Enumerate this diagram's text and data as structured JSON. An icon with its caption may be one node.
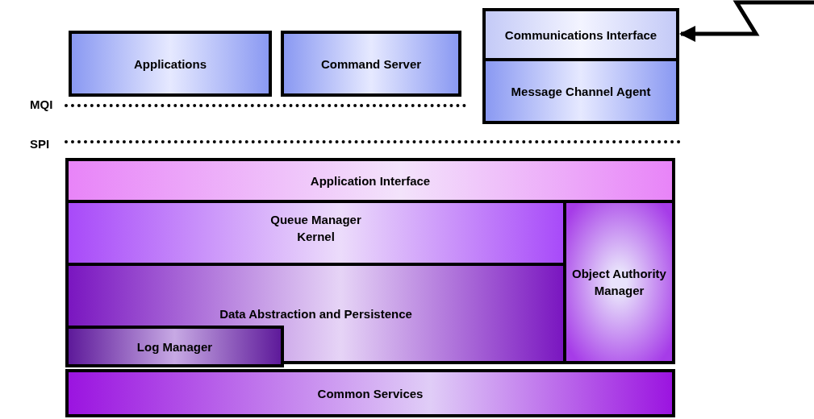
{
  "diagram": {
    "nodes": [
      {
        "text": [
          "Applications"
        ]
      },
      {
        "text": [
          "Command Server"
        ]
      },
      {
        "text": [
          "Communications Interface"
        ]
      },
      {
        "text": [
          "Message Channel Agent"
        ]
      },
      {
        "text": [
          "Application Interface"
        ]
      },
      {
        "text": [
          "Queue Manager Kernel"
        ]
      },
      {
        "text": [
          "Data Abstraction and Persistence"
        ]
      },
      {
        "text": [
          "Log Manager"
        ],
        "in": 6
      },
      {
        "text": [
          "Object Authority Manager"
        ]
      },
      {
        "text": [
          "Common Services"
        ]
      }
    ],
    "edges": [
      {
        "from": null,
        "to": 2,
        "arrow": "to"
      }
    ],
    "labels": [
      "MQI",
      "SPI"
    ]
  }
}
